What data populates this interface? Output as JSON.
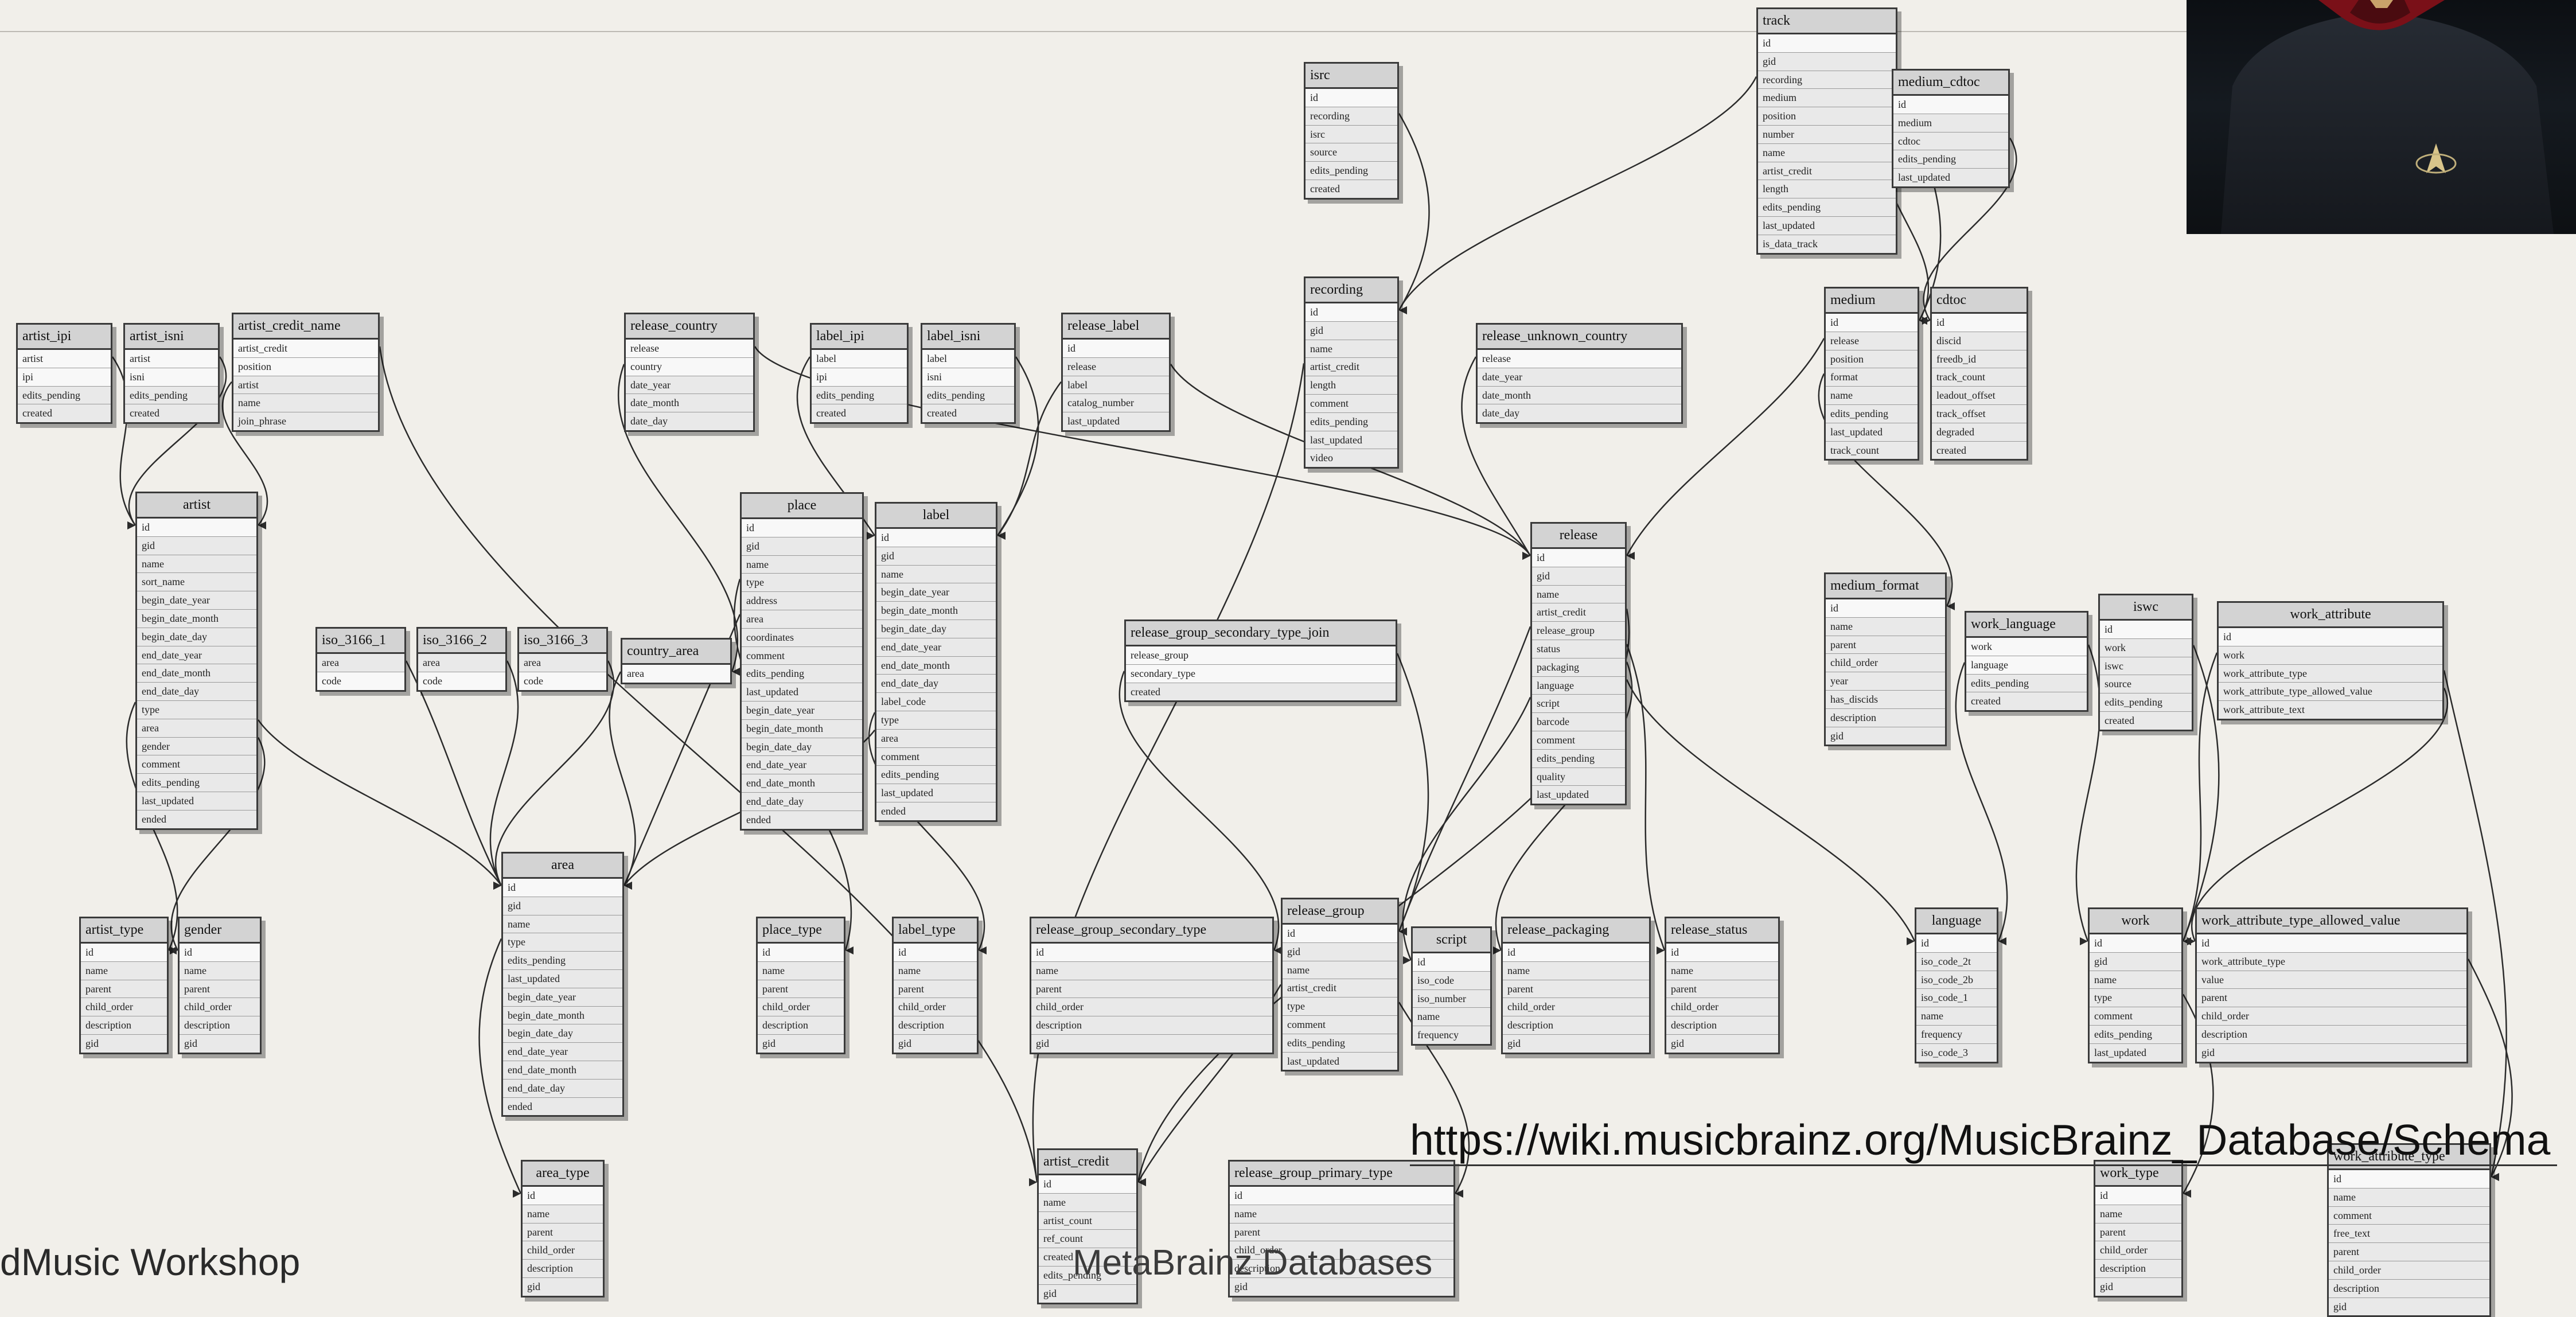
{
  "slide": {
    "footer_left": "dMusic Workshop",
    "footer_center": "MetaBrainz Databases",
    "url": "https://wiki.musicbrainz.org/MusicBrainz_Database/Schema"
  },
  "photo": {
    "subject": "person in a dark uniform with a red collar and a gold delta insignia",
    "badge_icon": "starfleet-delta-icon"
  },
  "tables": {
    "track": {
      "name": "track",
      "fields": [
        "id",
        "gid",
        "recording",
        "medium",
        "position",
        "number",
        "name",
        "artist_credit",
        "length",
        "edits_pending",
        "last_updated",
        "is_data_track"
      ]
    },
    "medium_cdtoc": {
      "name": "medium_cdtoc",
      "fields": [
        "id",
        "medium",
        "cdtoc",
        "edits_pending",
        "last_updated"
      ]
    },
    "isrc": {
      "name": "isrc",
      "fields": [
        "id",
        "recording",
        "isrc",
        "source",
        "edits_pending",
        "created"
      ]
    },
    "recording": {
      "name": "recording",
      "fields": [
        "id",
        "gid",
        "name",
        "artist_credit",
        "length",
        "comment",
        "edits_pending",
        "last_updated",
        "video"
      ]
    },
    "medium": {
      "name": "medium",
      "fields": [
        "id",
        "release",
        "position",
        "format",
        "name",
        "edits_pending",
        "last_updated",
        "track_count"
      ]
    },
    "cdtoc": {
      "name": "cdtoc",
      "fields": [
        "id",
        "discid",
        "freedb_id",
        "track_count",
        "leadout_offset",
        "track_offset",
        "degraded",
        "created"
      ]
    },
    "artist_ipi": {
      "name": "artist_ipi",
      "fields": [
        "artist",
        "ipi",
        "edits_pending",
        "created"
      ]
    },
    "artist_isni": {
      "name": "artist_isni",
      "fields": [
        "artist",
        "isni",
        "edits_pending",
        "created"
      ]
    },
    "artist_credit_name": {
      "name": "artist_credit_name",
      "fields": [
        "artist_credit",
        "position",
        "artist",
        "name",
        "join_phrase"
      ]
    },
    "release_country": {
      "name": "release_country",
      "fields": [
        "release",
        "country",
        "date_year",
        "date_month",
        "date_day"
      ]
    },
    "label_ipi": {
      "name": "label_ipi",
      "fields": [
        "label",
        "ipi",
        "edits_pending",
        "created"
      ]
    },
    "label_isni": {
      "name": "label_isni",
      "fields": [
        "label",
        "isni",
        "edits_pending",
        "created"
      ]
    },
    "release_label": {
      "name": "release_label",
      "fields": [
        "id",
        "release",
        "label",
        "catalog_number",
        "last_updated"
      ]
    },
    "release_unknown_country": {
      "name": "release_unknown_country",
      "fields": [
        "release",
        "date_year",
        "date_month",
        "date_day"
      ]
    },
    "artist": {
      "name": "artist",
      "fields": [
        "id",
        "gid",
        "name",
        "sort_name",
        "begin_date_year",
        "begin_date_month",
        "begin_date_day",
        "end_date_year",
        "end_date_month",
        "end_date_day",
        "type",
        "area",
        "gender",
        "comment",
        "edits_pending",
        "last_updated",
        "ended"
      ]
    },
    "place": {
      "name": "place",
      "fields": [
        "id",
        "gid",
        "name",
        "type",
        "address",
        "area",
        "coordinates",
        "comment",
        "edits_pending",
        "last_updated",
        "begin_date_year",
        "begin_date_month",
        "begin_date_day",
        "end_date_year",
        "end_date_month",
        "end_date_day",
        "ended"
      ]
    },
    "label": {
      "name": "label",
      "fields": [
        "id",
        "gid",
        "name",
        "begin_date_year",
        "begin_date_month",
        "begin_date_day",
        "end_date_year",
        "end_date_month",
        "end_date_day",
        "label_code",
        "type",
        "area",
        "comment",
        "edits_pending",
        "last_updated",
        "ended"
      ]
    },
    "release": {
      "name": "release",
      "fields": [
        "id",
        "gid",
        "name",
        "artist_credit",
        "release_group",
        "status",
        "packaging",
        "language",
        "script",
        "barcode",
        "comment",
        "edits_pending",
        "quality",
        "last_updated"
      ]
    },
    "medium_format": {
      "name": "medium_format",
      "fields": [
        "id",
        "name",
        "parent",
        "child_order",
        "year",
        "has_discids",
        "description",
        "gid"
      ]
    },
    "work_language": {
      "name": "work_language",
      "fields": [
        "work",
        "language",
        "edits_pending",
        "created"
      ]
    },
    "iswc": {
      "name": "iswc",
      "fields": [
        "id",
        "work",
        "iswc",
        "source",
        "edits_pending",
        "created"
      ]
    },
    "work_attribute": {
      "name": "work_attribute",
      "fields": [
        "id",
        "work",
        "work_attribute_type",
        "work_attribute_type_allowed_value",
        "work_attribute_text"
      ]
    },
    "iso_3166_1": {
      "name": "iso_3166_1",
      "fields": [
        "area",
        "code"
      ]
    },
    "iso_3166_2": {
      "name": "iso_3166_2",
      "fields": [
        "area",
        "code"
      ]
    },
    "iso_3166_3": {
      "name": "iso_3166_3",
      "fields": [
        "area",
        "code"
      ]
    },
    "country_area": {
      "name": "country_area",
      "fields": [
        "area"
      ]
    },
    "release_group_secondary_type_join": {
      "name": "release_group_secondary_type_join",
      "fields": [
        "release_group",
        "secondary_type",
        "created"
      ]
    },
    "area": {
      "name": "area",
      "fields": [
        "id",
        "gid",
        "name",
        "type",
        "edits_pending",
        "last_updated",
        "begin_date_year",
        "begin_date_month",
        "begin_date_day",
        "end_date_year",
        "end_date_month",
        "end_date_day",
        "ended"
      ]
    },
    "artist_type": {
      "name": "artist_type",
      "fields": [
        "id",
        "name",
        "parent",
        "child_order",
        "description",
        "gid"
      ]
    },
    "gender": {
      "name": "gender",
      "fields": [
        "id",
        "name",
        "parent",
        "child_order",
        "description",
        "gid"
      ]
    },
    "place_type": {
      "name": "place_type",
      "fields": [
        "id",
        "name",
        "parent",
        "child_order",
        "description",
        "gid"
      ]
    },
    "label_type": {
      "name": "label_type",
      "fields": [
        "id",
        "name",
        "parent",
        "child_order",
        "description",
        "gid"
      ]
    },
    "release_group_secondary_type": {
      "name": "release_group_secondary_type",
      "fields": [
        "id",
        "name",
        "parent",
        "child_order",
        "description",
        "gid"
      ]
    },
    "release_group": {
      "name": "release_group",
      "fields": [
        "id",
        "gid",
        "name",
        "artist_credit",
        "type",
        "comment",
        "edits_pending",
        "last_updated"
      ]
    },
    "script": {
      "name": "script",
      "fields": [
        "id",
        "iso_code",
        "iso_number",
        "name",
        "frequency"
      ]
    },
    "release_packaging": {
      "name": "release_packaging",
      "fields": [
        "id",
        "name",
        "parent",
        "child_order",
        "description",
        "gid"
      ]
    },
    "release_status": {
      "name": "release_status",
      "fields": [
        "id",
        "name",
        "parent",
        "child_order",
        "description",
        "gid"
      ]
    },
    "language": {
      "name": "language",
      "fields": [
        "id",
        "iso_code_2t",
        "iso_code_2b",
        "iso_code_1",
        "name",
        "frequency",
        "iso_code_3"
      ]
    },
    "work": {
      "name": "work",
      "fields": [
        "id",
        "gid",
        "name",
        "type",
        "comment",
        "edits_pending",
        "last_updated"
      ]
    },
    "work_attribute_type_allowed_value": {
      "name": "work_attribute_type_allowed_value",
      "fields": [
        "id",
        "work_attribute_type",
        "value",
        "parent",
        "child_order",
        "description",
        "gid"
      ]
    },
    "area_type": {
      "name": "area_type",
      "fields": [
        "id",
        "name",
        "parent",
        "child_order",
        "description",
        "gid"
      ]
    },
    "artist_credit": {
      "name": "artist_credit",
      "fields": [
        "id",
        "name",
        "artist_count",
        "ref_count",
        "created",
        "edits_pending",
        "gid"
      ]
    },
    "release_group_primary_type": {
      "name": "release_group_primary_type",
      "fields": [
        "id",
        "name",
        "parent",
        "child_order",
        "description",
        "gid"
      ]
    },
    "work_type": {
      "name": "work_type",
      "fields": [
        "id",
        "name",
        "parent",
        "child_order",
        "description",
        "gid"
      ]
    },
    "work_attribute_type": {
      "name": "work_attribute_type",
      "fields": [
        "id",
        "name",
        "comment",
        "free_text",
        "parent",
        "child_order",
        "description",
        "gid"
      ]
    }
  }
}
